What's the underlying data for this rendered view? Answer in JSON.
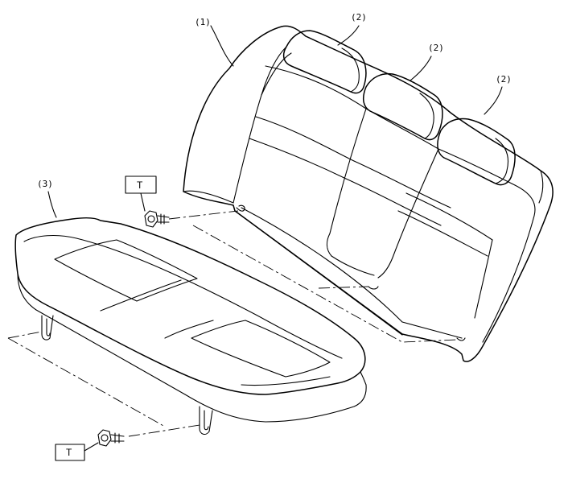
{
  "callouts": {
    "backrest": "(1)",
    "headrest_left": "(2)",
    "headrest_center": "(2)",
    "headrest_right": "(2)",
    "cushion": "(3)"
  },
  "torque_marks": {
    "upper": "T",
    "lower": "T"
  }
}
